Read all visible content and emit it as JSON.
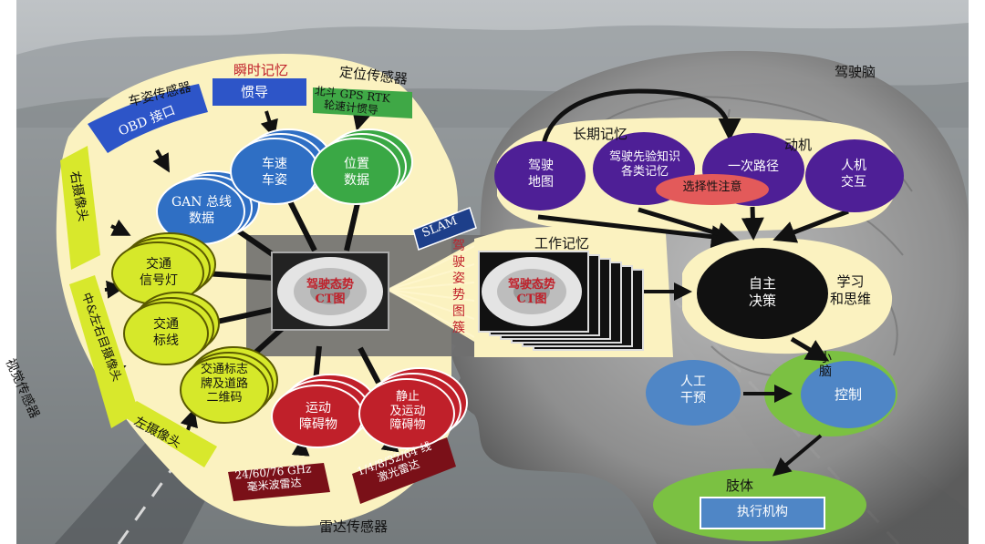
{
  "labels": {
    "vehicle_posture_sensor": "车姿传感器",
    "instant_memory": "瞬时记忆",
    "positioning_sensor": "定位传感器",
    "visual_sensor": "视觉传感器",
    "radar_sensor": "雷达传感器",
    "driving_brain": "驾驶脑",
    "long_term_memory": "长期记忆",
    "motivation": "动机",
    "working_memory": "工作记忆",
    "learning_thinking": "学习\n和思维",
    "cerebellum": "小\n脑",
    "limbs": "肢体"
  },
  "sensors": {
    "obd": "OBD 接口",
    "imu": "惯导",
    "gps": "北斗 GPS RTK\n轮速计惯导",
    "right_camera": "右摄像头",
    "middle_camera": "中&左右目摄像头",
    "left_camera": "左摄像头",
    "mmwave": "24/60/76 GHz\n毫米波雷达",
    "lidar": "1/4/8/32/64 线\n激光雷达"
  },
  "nodes": {
    "gan": "GAN 总线\n数据",
    "speed": "车速\n车姿",
    "position": "位置\n数据",
    "traffic_light": "交通\n信号灯",
    "traffic_line": "交通\n标线",
    "traffic_sign": "交通标志\n牌及道路\n二维码",
    "moving_obstacle": "运动\n障碍物",
    "static_obstacle": "静止\n及运动\n障碍物",
    "driving_map": "驾驶\n地图",
    "prior_knowledge": "驾驶先验知识\n各类记忆",
    "route": "一次路径",
    "hmi": "人机\n交互",
    "selective_attention": "选择性注意",
    "decision": "自主\n决策",
    "intervention": "人工\n干预",
    "control": "控制",
    "actuator": "执行机构"
  },
  "ct": {
    "ct_chart": "驾驶态势\nCT图",
    "ct_cluster": "驾\n驶\n姿\n势\n图\n簇",
    "slam": "SLAM"
  },
  "colors": {
    "cream": "#fbf2c0",
    "blue_node": "#2f6fc4",
    "green_node": "#3aa845",
    "yellow_node": "#d6e82a",
    "red_node": "#c0202a",
    "purple_node": "#4e1f96",
    "light_blue": "#4f86c6",
    "green_ring": "#7bc142"
  }
}
